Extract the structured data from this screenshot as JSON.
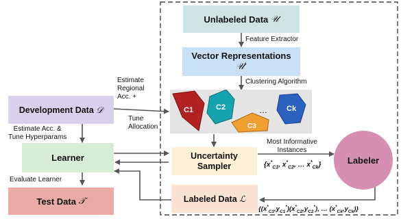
{
  "boxes": {
    "unlabeled": {
      "text": "Unlabeled Data",
      "symbol": "𝒰"
    },
    "vectors": {
      "text": "Vector Representations",
      "symbol": "𝒰′"
    },
    "development": {
      "text": "Development Data",
      "symbol": "𝒟"
    },
    "learner": {
      "text": "Learner"
    },
    "test": {
      "text": "Test Data",
      "symbol": "𝒯"
    },
    "sampler": {
      "line1": "Uncertainty",
      "line2": "Sampler"
    },
    "labeled": {
      "text": "Labeled Data",
      "symbol": "ℒ"
    },
    "labeler": {
      "text": "Labeler"
    }
  },
  "edge_labels": {
    "feature_extractor": "Feature Extractor",
    "clustering": "Clustering Algorithm",
    "estimate_regional": [
      "Estimate",
      "Regional",
      "Acc. +",
      "Tune",
      "Allocation"
    ],
    "estimate_acc": [
      "Estimate Acc. &",
      "Tune Hyperparams"
    ],
    "evaluate": "Evaluate Learner",
    "informative": [
      "Most Informative",
      "Instances"
    ],
    "instances_set": "{x*c1, x*c2, … x*ck}",
    "labeled_set": "{(x*c1,y*c1)(x*c2,y*c2), … (x*ck,yck)}"
  },
  "clusters": {
    "c1": "C1",
    "c2": "C2",
    "c3": "C3",
    "ck": "Ck",
    "ellipsis": "…"
  },
  "colors": {
    "teal": "#cfe4e2",
    "blue": "#c9e1f6",
    "purple": "#d9d0ec",
    "green": "#d7edd6",
    "red": "#eaaaa6",
    "cream": "#fdf0d5",
    "peach": "#fbe3d4",
    "labeler": "#d58fb2"
  }
}
